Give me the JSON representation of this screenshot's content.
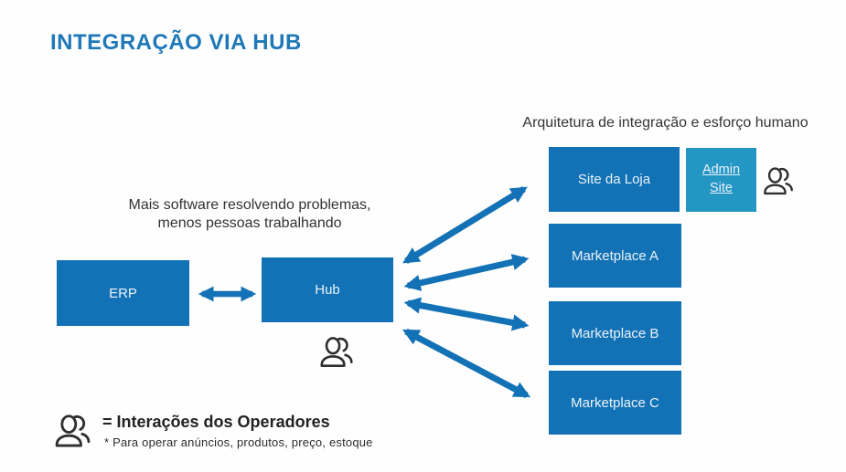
{
  "title": "INTEGRAÇÃO VIA HUB",
  "annotations": {
    "architecture_caption": "Arquitetura de integração e esforço humano",
    "hub_note": [
      "Mais software resolvendo problemas,",
      "menos pessoas trabalhando"
    ]
  },
  "nodes": {
    "erp": {
      "label": "ERP"
    },
    "hub": {
      "label": "Hub"
    },
    "site_da_loja": {
      "label": "Site da Loja"
    },
    "admin_site": {
      "label": "Admin Site"
    },
    "marketplace_a": {
      "label": "Marketplace A"
    },
    "marketplace_b": {
      "label": "Marketplace B"
    },
    "marketplace_c": {
      "label": "Marketplace C"
    }
  },
  "legend": {
    "title": "= Interações dos Operadores",
    "subtitle": "* Para operar anúncios, produtos, preço, estoque"
  },
  "icons": {
    "operators": "people-outline-icon"
  },
  "colors": {
    "primary_blue": "#1372B5",
    "admin_teal": "#2496C4",
    "title_blue": "#1F78B8",
    "text_dark": "#333333",
    "icon_dark": "#2E2E2E",
    "node_text": "#EAF2F9",
    "background": "#FEFEFE"
  }
}
